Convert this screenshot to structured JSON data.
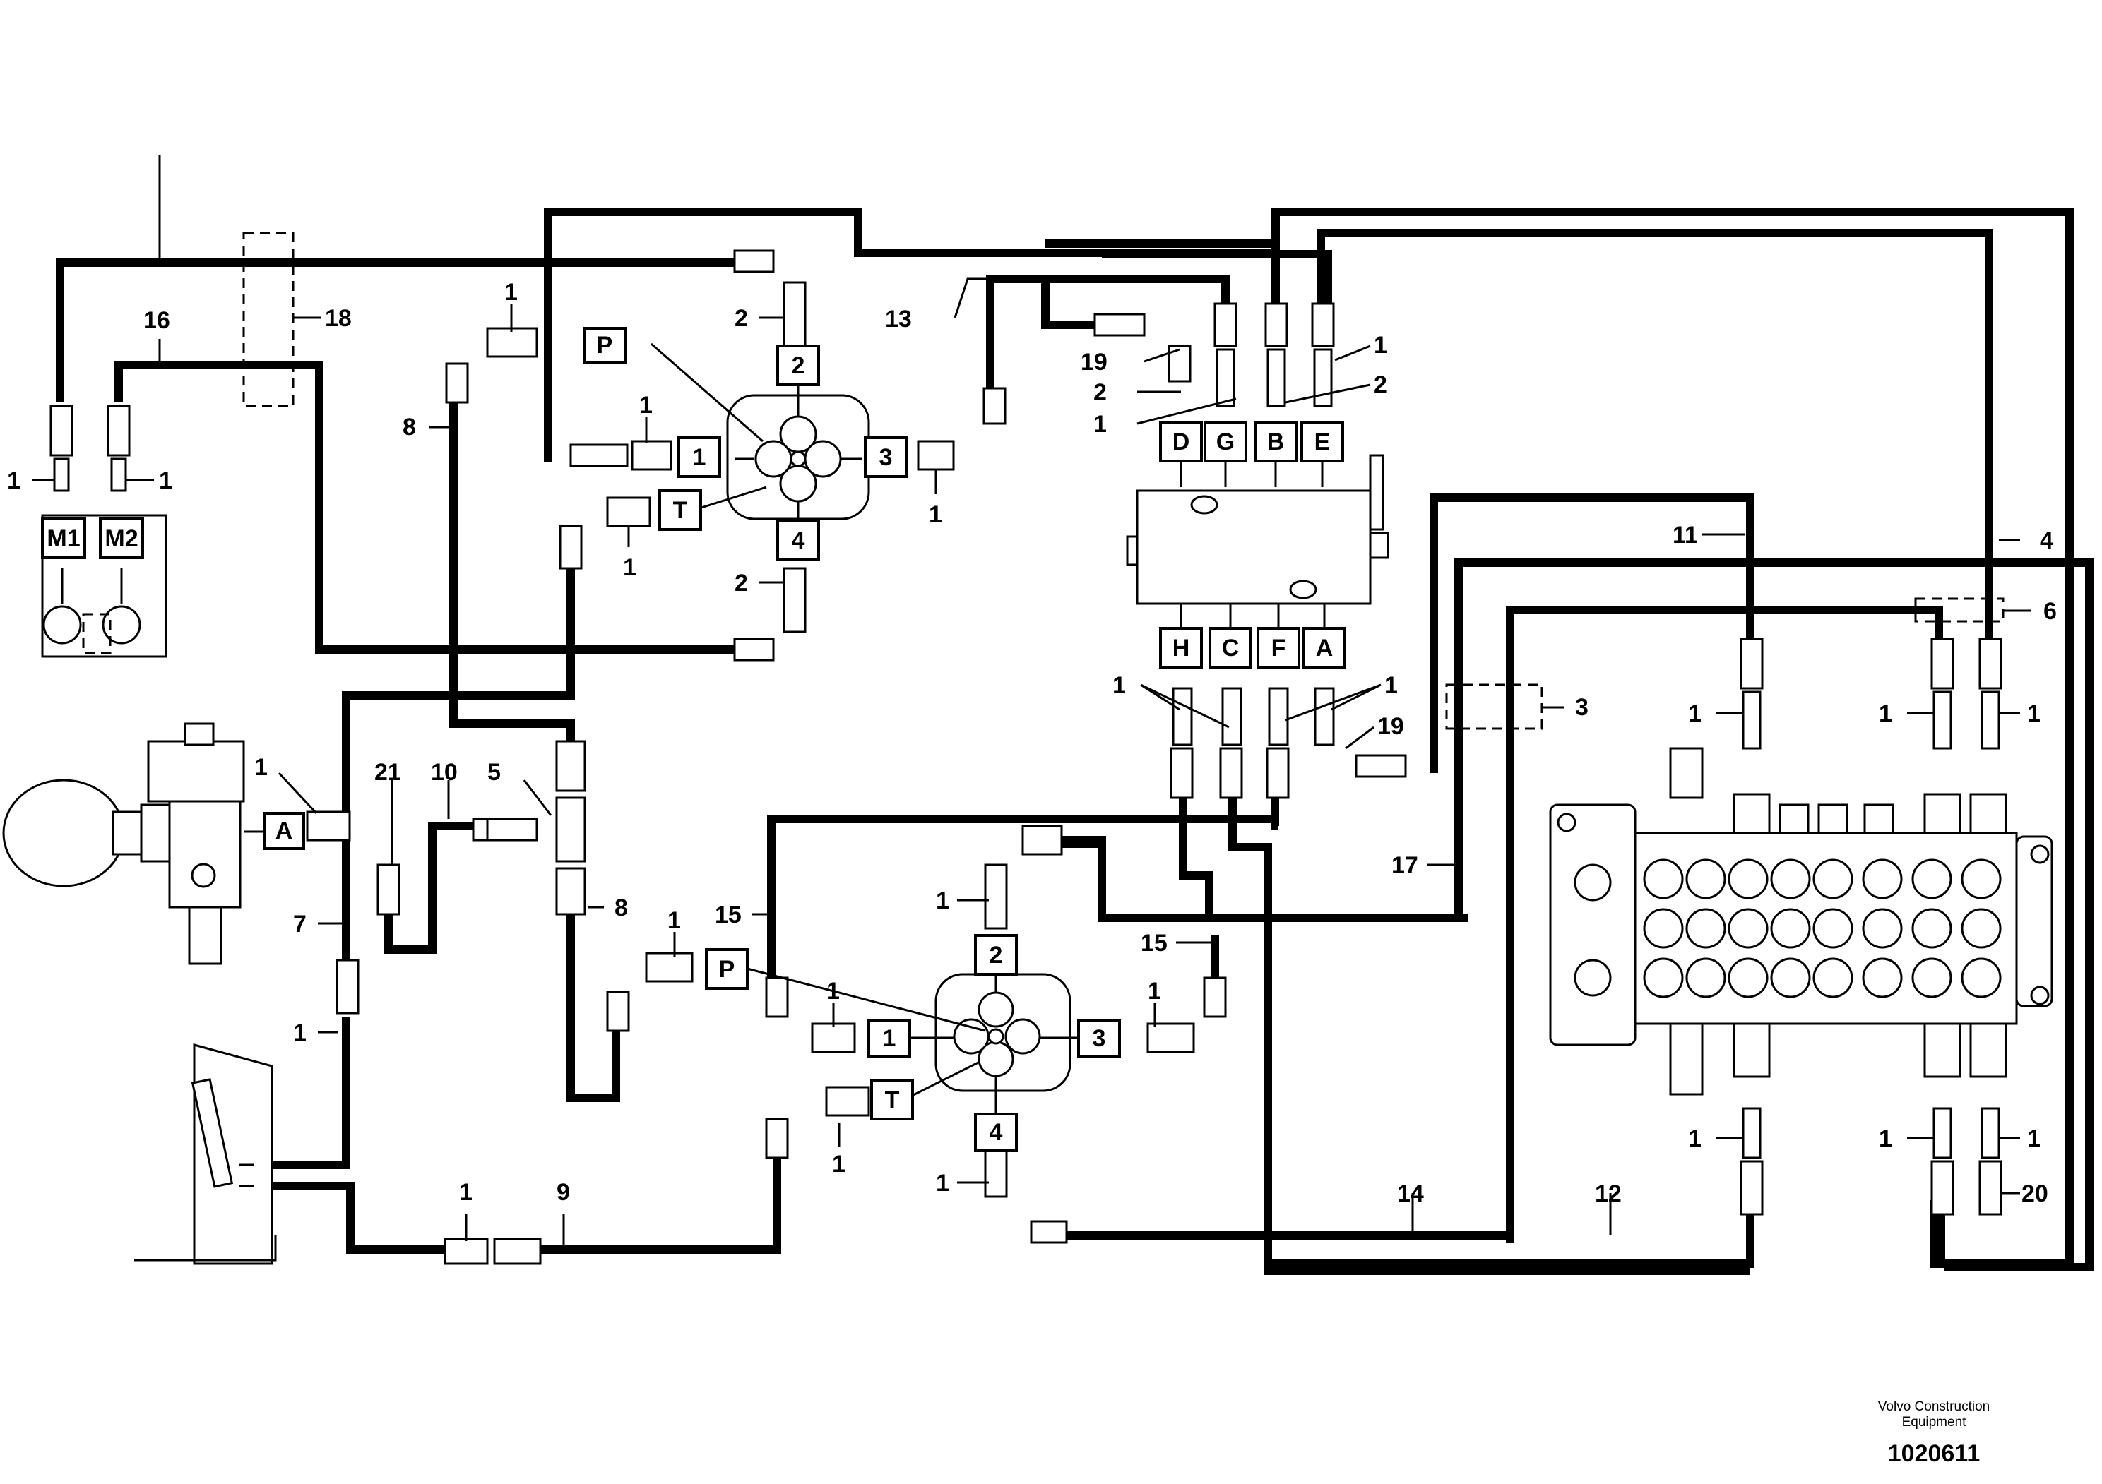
{
  "callouts": {
    "c1": "1",
    "c2": "2",
    "c3": "3",
    "c4": "4",
    "c5": "5",
    "c6": "6",
    "c7": "7",
    "c8": "8",
    "c9": "9",
    "c10": "10",
    "c11": "11",
    "c12": "12",
    "c13": "13",
    "c14": "14",
    "c15": "15",
    "c16": "16",
    "c17": "17",
    "c18": "18",
    "c19": "19",
    "c20": "20",
    "c21": "21"
  },
  "ports": {
    "P": "P",
    "T": "T",
    "one": "1",
    "two": "2",
    "three": "3",
    "four": "4",
    "A": "A",
    "B": "B",
    "C": "C",
    "D": "D",
    "E": "E",
    "F": "F",
    "G": "G",
    "H": "H",
    "M1": "M1",
    "M2": "M2"
  },
  "caption": {
    "line1": "Volvo Construction",
    "line2": "Equipment"
  },
  "document_number": "1020611",
  "colors": {
    "line": "#000000",
    "background": "#ffffff"
  }
}
